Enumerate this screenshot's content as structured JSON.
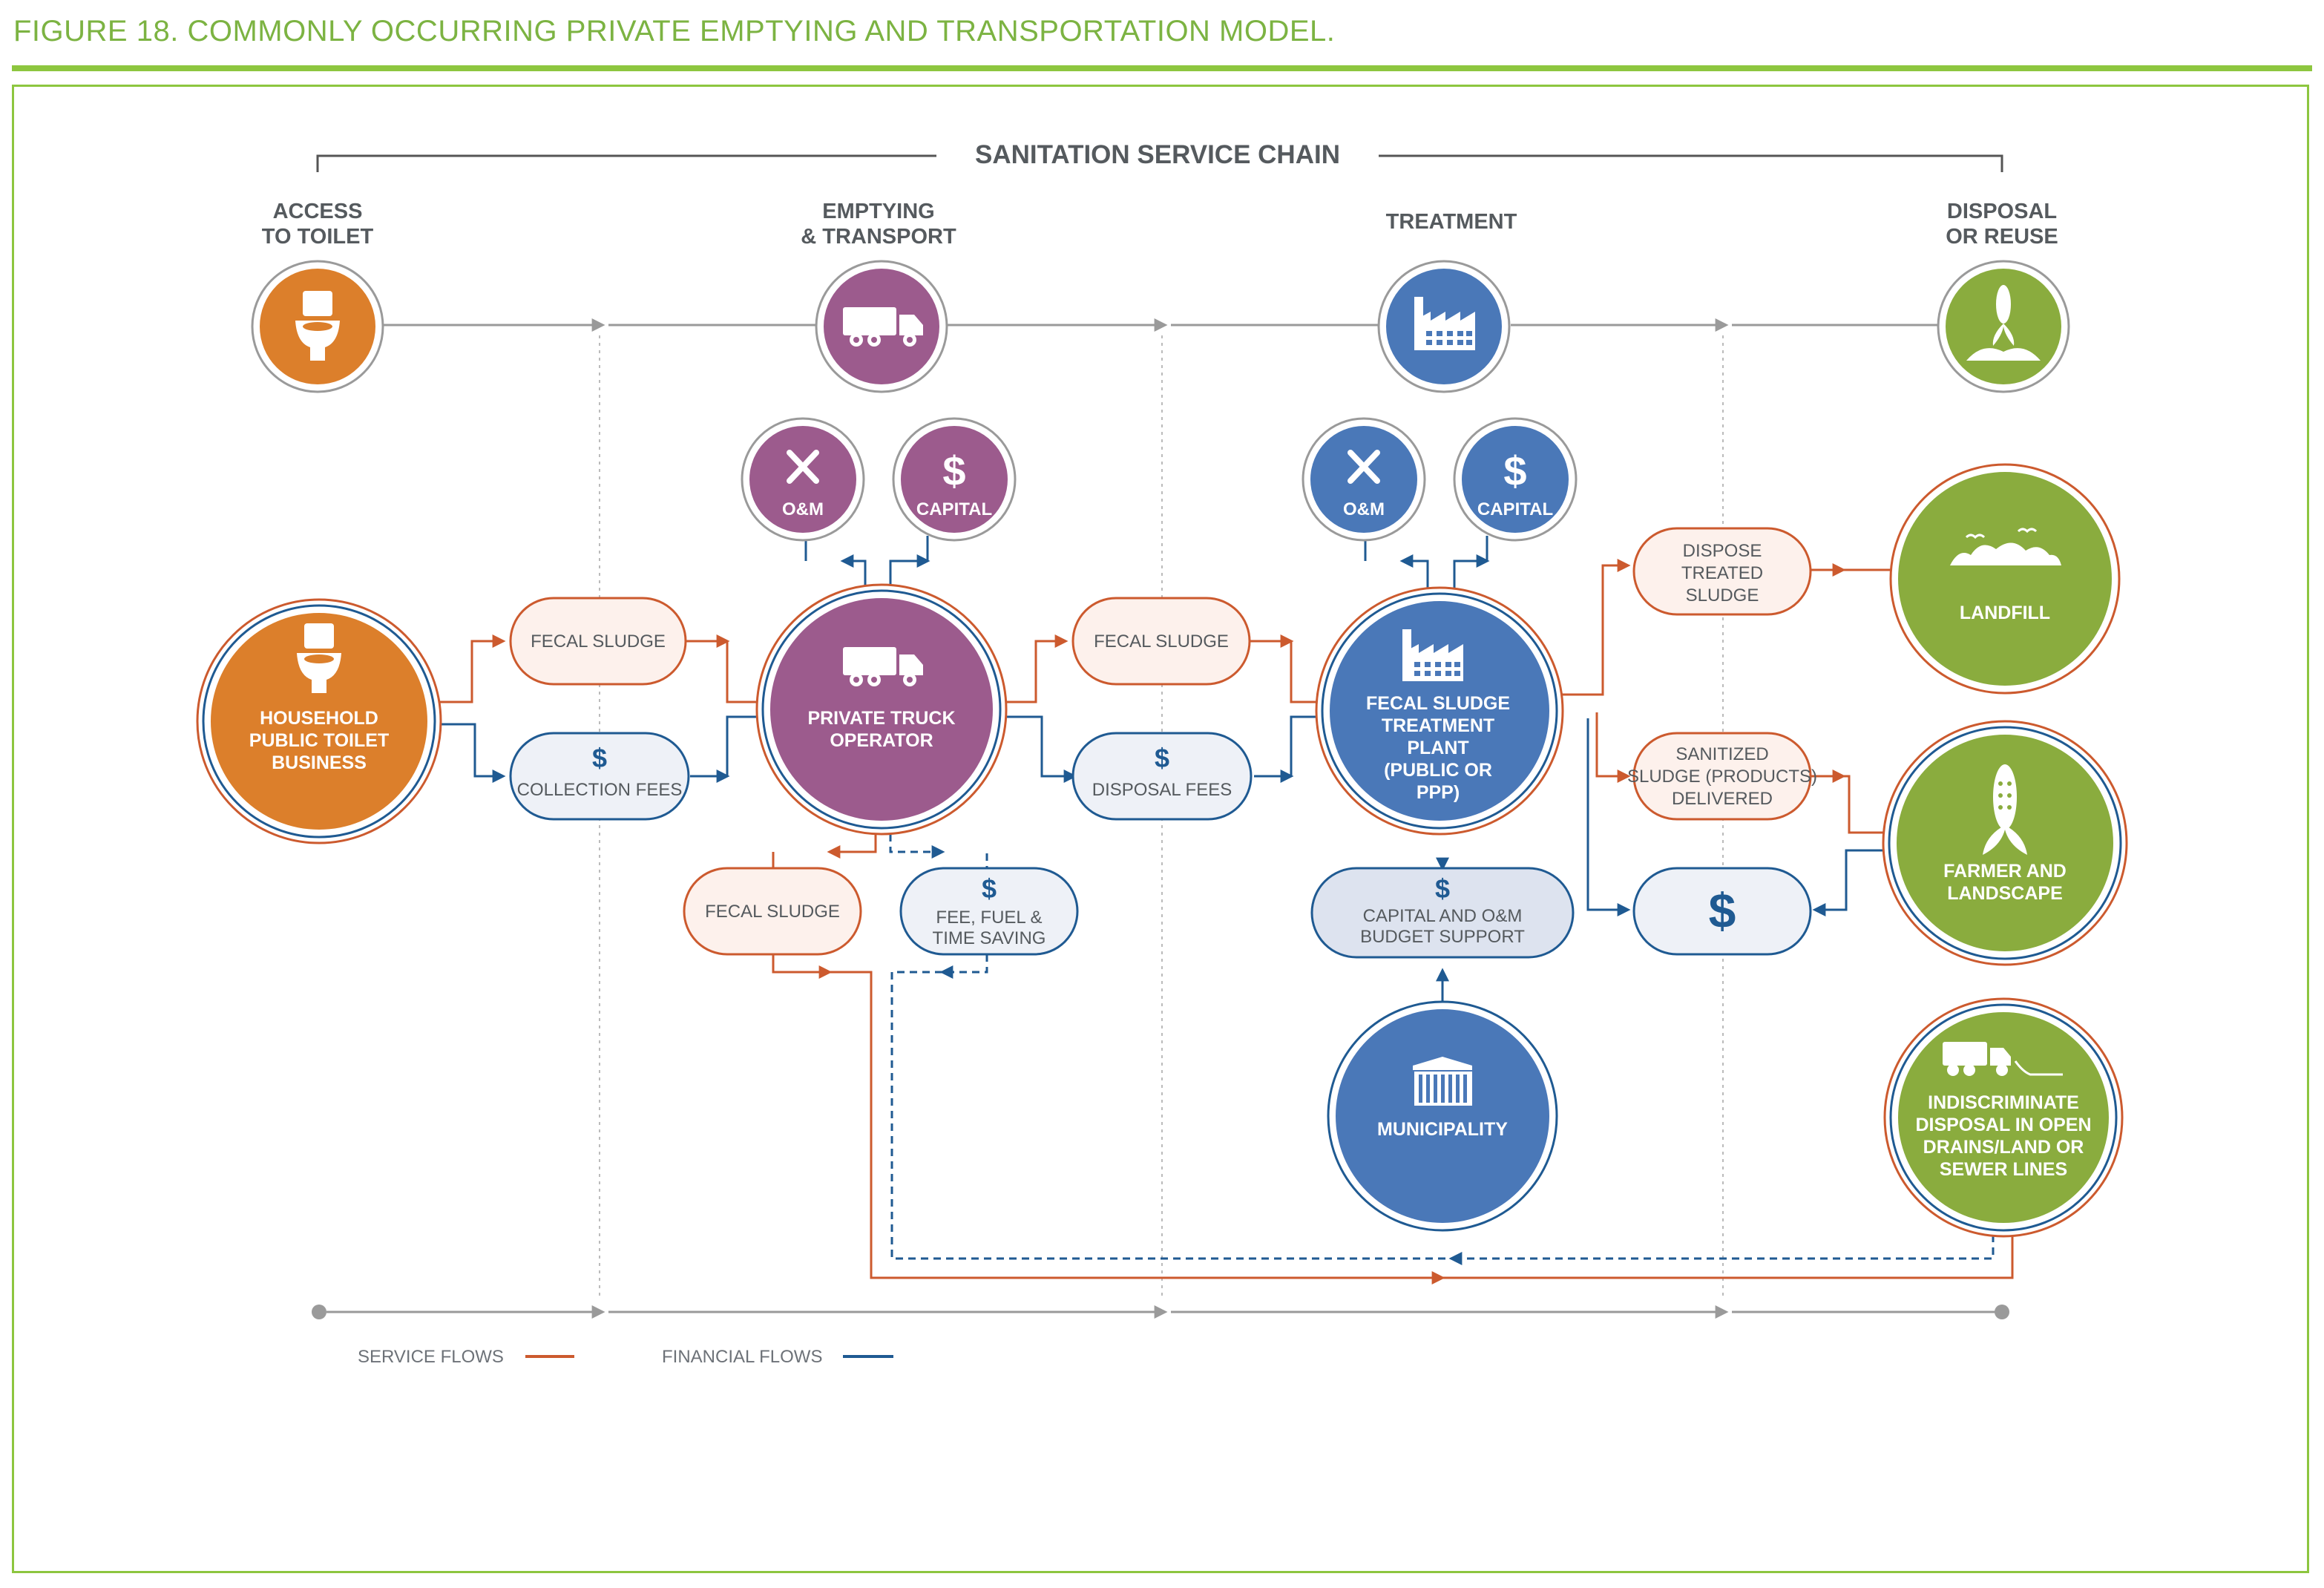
{
  "figure_title": "FIGURE 18. COMMONLY OCCURRING PRIVATE EMPTYING AND TRANSPORTATION MODEL.",
  "chain_title": "SANITATION SERVICE CHAIN",
  "stages": [
    {
      "line1": "ACCESS",
      "line2": "TO TOILET"
    },
    {
      "line1": "EMPTYING",
      "line2": "& TRANSPORT"
    },
    {
      "line1": "TREATMENT",
      "line2": ""
    },
    {
      "line1": "DISPOSAL",
      "line2": "OR REUSE"
    }
  ],
  "nodes": {
    "household": [
      "HOUSEHOLD",
      "PUBLIC TOILET",
      "BUSINESS"
    ],
    "operator": [
      "PRIVATE TRUCK",
      "OPERATOR"
    ],
    "plant": [
      "FECAL SLUDGE",
      "TREATMENT",
      "PLANT",
      "(PUBLIC OR",
      "PPP)"
    ],
    "municipality": [
      "MUNICIPALITY"
    ],
    "landfill": [
      "LANDFILL"
    ],
    "farmer": [
      "FARMER AND",
      "LANDSCAPE"
    ],
    "indiscriminate": [
      "INDISCRIMINATE",
      "DISPOSAL IN OPEN",
      "DRAINS/LAND OR",
      "SEWER LINES"
    ]
  },
  "small_circles": {
    "op_om": "O&M",
    "op_capital": "CAPITAL",
    "tp_om": "O&M",
    "tp_capital": "CAPITAL",
    "dollar_symbol": "$"
  },
  "pills": {
    "fs1": "FECAL SLUDGE",
    "cf": "COLLECTION FEES",
    "fs2": "FECAL SLUDGE",
    "df": "DISPOSAL FEES",
    "fs3": "FECAL SLUDGE",
    "ffts": [
      "FEE, FUEL &",
      "TIME SAVING"
    ],
    "dispose": [
      "DISPOSE",
      "TREATED",
      "SLUDGE"
    ],
    "sanitized": [
      "SANITIZED",
      "SLUDGE (PRODUCTS)",
      "DELIVERED"
    ],
    "budget": [
      "CAPITAL AND O&M",
      "BUDGET SUPPORT"
    ],
    "dollar_symbol": "$"
  },
  "legend": {
    "service": "SERVICE FLOWS",
    "financial": "FINANCIAL FLOWS"
  },
  "colors": {
    "accent_green": "#8dc63f",
    "orange": "#dc7f2b",
    "purple": "#9c5b8d",
    "blue": "#4a78b8",
    "green": "#8aac3e",
    "service_flow": "#cc5a2e",
    "financial_flow": "#1f5a92",
    "grey_line": "#9a9a9a"
  },
  "icons": [
    "toilet-icon",
    "truck-icon",
    "factory-icon",
    "corn-icon",
    "tools-icon",
    "dollar-icon",
    "building-icon",
    "landfill-icon"
  ]
}
